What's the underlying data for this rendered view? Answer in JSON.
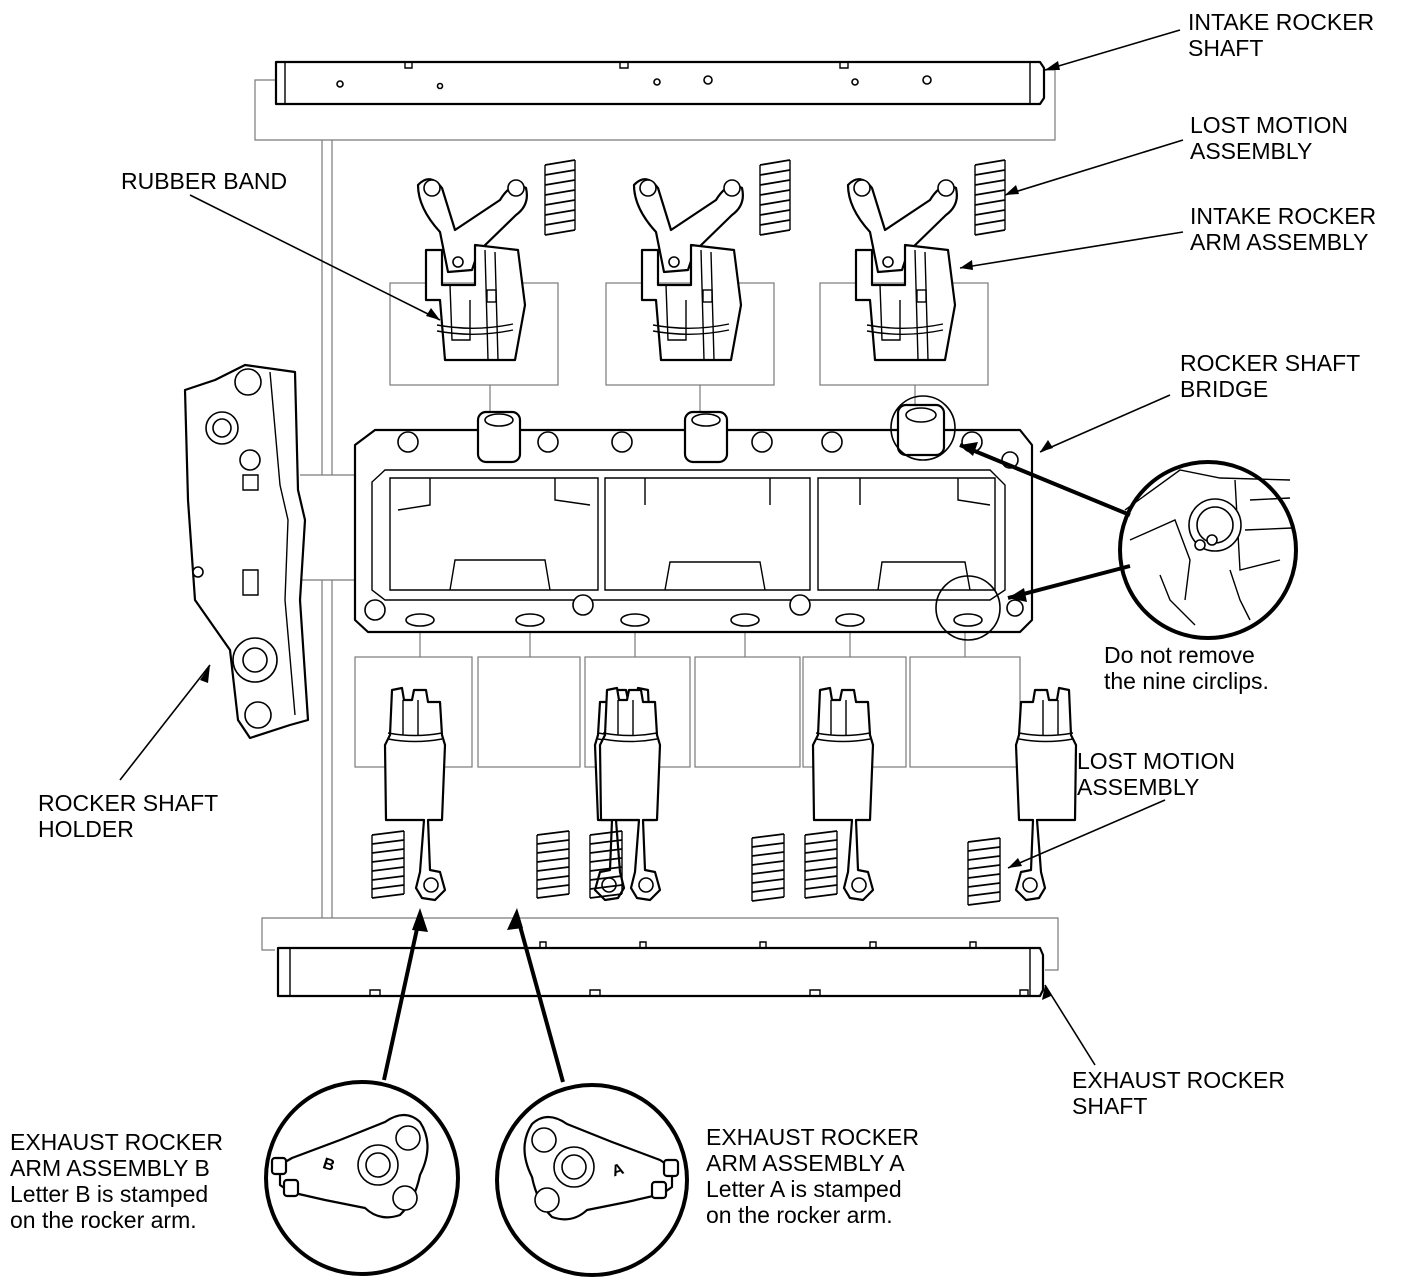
{
  "colors": {
    "line": "#000000",
    "frame": "#7a7a7a",
    "background": "#ffffff"
  },
  "labels": {
    "intake_rocker_shaft": [
      "INTAKE ROCKER",
      "SHAFT"
    ],
    "lost_motion_top": [
      "LOST MOTION",
      "ASSEMBLY"
    ],
    "intake_rocker_arm": [
      "INTAKE ROCKER",
      "ARM ASSEMBLY"
    ],
    "rubber_band": [
      "RUBBER BAND"
    ],
    "rocker_shaft_bridge": [
      "ROCKER SHAFT",
      "BRIDGE"
    ],
    "circlips_note": [
      "Do not remove",
      "the nine circlips."
    ],
    "lost_motion_bottom": [
      "LOST MOTION",
      "ASSEMBLY"
    ],
    "rocker_shaft_holder": [
      "ROCKER SHAFT",
      "HOLDER"
    ],
    "exhaust_rocker_shaft": [
      "EXHAUST ROCKER",
      "SHAFT"
    ],
    "exhaust_arm_b": [
      "EXHAUST ROCKER",
      "ARM ASSEMBLY B",
      "Letter B is stamped",
      "on the rocker arm."
    ],
    "exhaust_arm_a": [
      "EXHAUST ROCKER",
      "ARM ASSEMBLY A",
      "Letter A is stamped",
      "on the rocker arm."
    ]
  },
  "stamps": {
    "letter_b": "B",
    "letter_a": "A"
  }
}
